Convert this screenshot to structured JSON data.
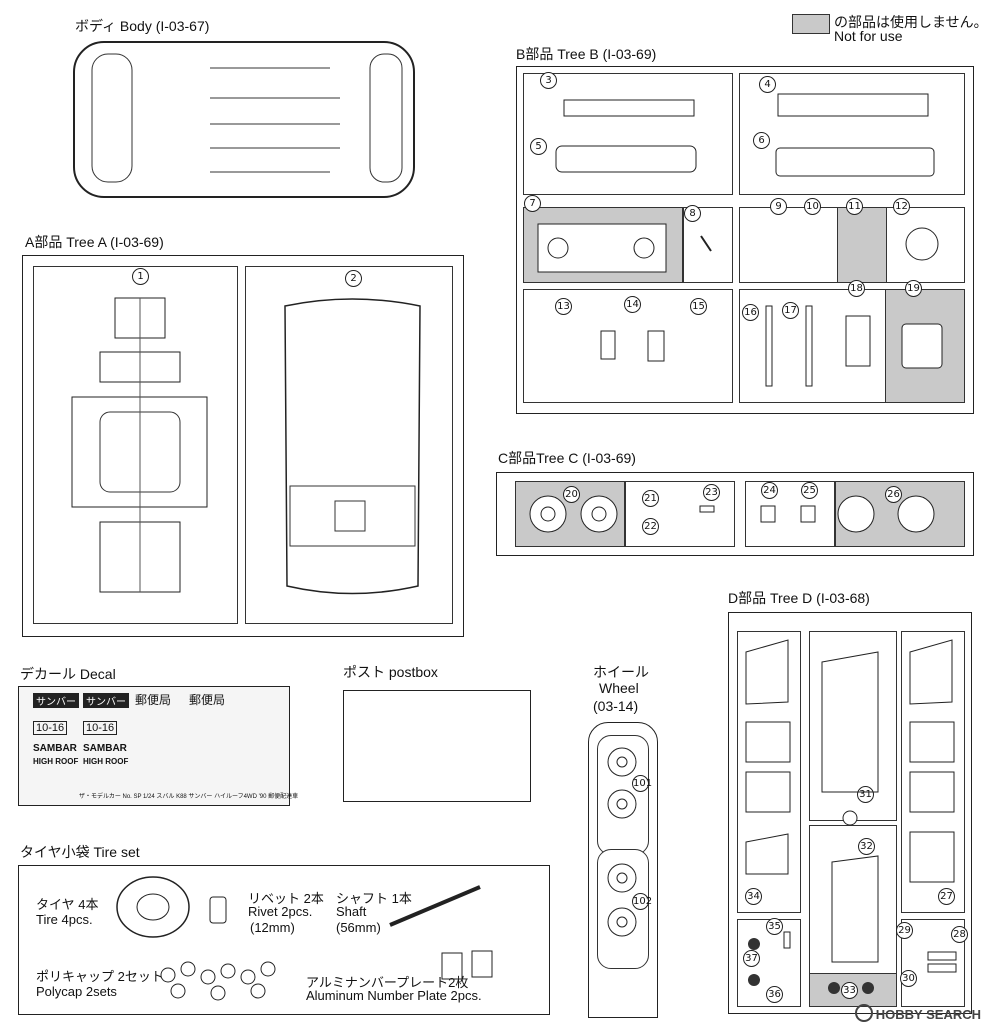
{
  "legend": {
    "jp": "の部品は使用しません。",
    "en": "Not for use"
  },
  "body": {
    "label": "ボディ Body (I-03-67)"
  },
  "treeA": {
    "label": "A部品 Tree A (I-03-69)",
    "parts": [
      "1",
      "2"
    ]
  },
  "treeB": {
    "label": "B部品 Tree B (I-03-69)",
    "parts": [
      "3",
      "4",
      "5",
      "6",
      "7",
      "8",
      "9",
      "10",
      "11",
      "12",
      "13",
      "14",
      "15",
      "16",
      "17",
      "18",
      "19"
    ]
  },
  "treeC": {
    "label": "C部品Tree C (I-03-69)",
    "parts": [
      "20",
      "21",
      "22",
      "23",
      "24",
      "25",
      "26"
    ]
  },
  "treeD": {
    "label": "D部品 Tree D (I-03-68)",
    "parts": [
      "27",
      "28",
      "29",
      "30",
      "31",
      "32",
      "33",
      "34",
      "35",
      "36",
      "37"
    ]
  },
  "decal": {
    "label": "デカール Decal",
    "sub": "ザ・モデルカー No. SP 1/24 スバル K88 サンバー ハイルーフ4WD '90 郵便配達車",
    "plate1": "サンバー",
    "plate2": "郵便局",
    "plate3": "10-16",
    "plate4": "SAMBAR",
    "plate5": "HIGH ROOF"
  },
  "postbox": {
    "label": "ポスト postbox"
  },
  "wheel": {
    "jp": "ホイール",
    "en": "Wheel",
    "code": "(03-14)",
    "parts": [
      "101",
      "102"
    ]
  },
  "tireset": {
    "label": "タイヤ小袋 Tire set",
    "tire_jp": "タイヤ 4本",
    "tire_en": "Tire 4pcs.",
    "rivet_jp": "リベット 2本",
    "rivet_en": "Rivet 2pcs.",
    "rivet_size": "(12mm)",
    "shaft_jp": "シャフト 1本",
    "shaft_en": "Shaft",
    "shaft_size": "(56mm)",
    "polycap_jp": "ポリキャップ 2セット",
    "polycap_en": "Polycap 2sets",
    "plate_jp": "アルミナンバープレート2枚",
    "plate_en": "Aluminum Number Plate 2pcs."
  },
  "watermark": "HOBBY SEARCH"
}
